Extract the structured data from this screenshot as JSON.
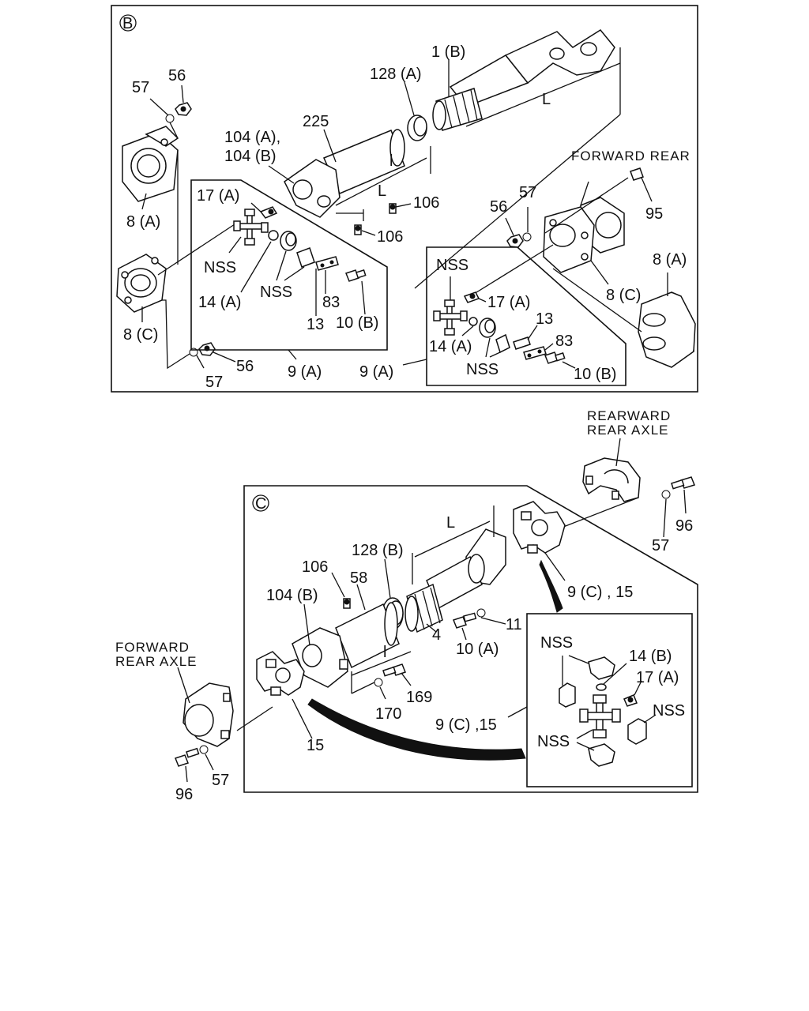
{
  "section_b": {
    "marker": "B",
    "labels": {
      "p1b": "1 (B)",
      "p128a": "128 (A)",
      "pL_top": "L",
      "p225": "225",
      "p104": "104 (A),",
      "p104b": "104 (B)",
      "p57_tl": "57",
      "p56_tl": "56",
      "p8a_l": "8 (A)",
      "p17a_l": "17 (A)",
      "pl_small": "l",
      "pL_mid": "L",
      "p106a": "106",
      "p106b": "106",
      "nss_l1": "NSS",
      "p14a_l": "14 (A)",
      "nss_l2": "NSS",
      "p83_l": "83",
      "p13_l": "13",
      "p10b_l": "10 (B)",
      "p8c_l": "8 (C)",
      "p56_bl": "56",
      "p57_bl": "57",
      "p9a_l": "9 (A)",
      "forward_rear": "FORWARD REAR",
      "p95": "95",
      "p57_r": "57",
      "p56_r": "56",
      "p8a_r": "8 (A)",
      "p8c_r": "8 (C)",
      "nss_r1": "NSS",
      "p17a_r": "17 (A)",
      "p14a_r": "14 (A)",
      "nss_r2": "NSS",
      "p13_r": "13",
      "p83_r": "83",
      "p10b_r": "10 (B)",
      "p9a_r": "9 (A)"
    }
  },
  "section_c": {
    "marker": "C",
    "labels": {
      "rearward": "REARWARD",
      "rear_axle": "REAR AXLE",
      "p96_r": "96",
      "p57_r": "57",
      "pL": "L",
      "p128b": "128 (B)",
      "p106": "106",
      "p58": "58",
      "p104b": "104 (B)",
      "p4": "4",
      "p11": "11",
      "p10a": "10 (A)",
      "p9c15_top": "9 (C) , 15",
      "pl": "l",
      "p169": "169",
      "p170": "170",
      "p15": "15",
      "forward": "FORWARD",
      "rear_axle_fwd": "REAR AXLE",
      "p96_l": "96",
      "p57_l": "57",
      "nss_1": "NSS",
      "p14b": "14 (B)",
      "p17a": "17 (A)",
      "nss_2": "NSS",
      "nss_3": "NSS",
      "p9c15_bottom": "9 (C) ,15"
    }
  }
}
